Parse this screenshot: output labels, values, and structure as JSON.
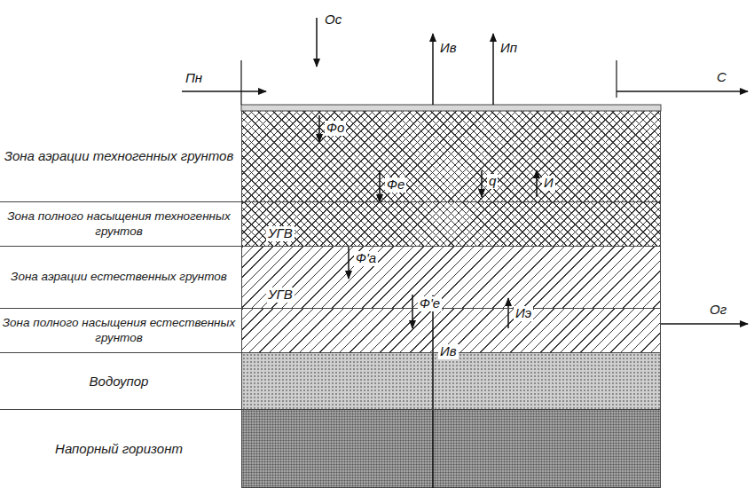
{
  "diagram": {
    "nodes": [
      {
        "text": [
          "Зона аэрации техногенных грунтов"
        ]
      },
      {
        "text": [
          "Зона полного насыщения техногенных грунтов"
        ]
      },
      {
        "text": [
          "Зона аэрации естественных грунтов"
        ]
      },
      {
        "text": [
          "Зона полного насыщения естественных грунтов"
        ]
      },
      {
        "text": [
          "Водоупор"
        ]
      },
      {
        "text": [
          "Напорный горизонт"
        ]
      }
    ],
    "labels": [
      "Ос",
      "Пн",
      "Ив",
      "Ип",
      "С",
      "Фо",
      "Фе",
      "q",
      "И",
      "УГВ",
      "Ф'а",
      "УГВ",
      "Ф'е",
      "Иэ",
      "Ог",
      "Ив"
    ]
  }
}
